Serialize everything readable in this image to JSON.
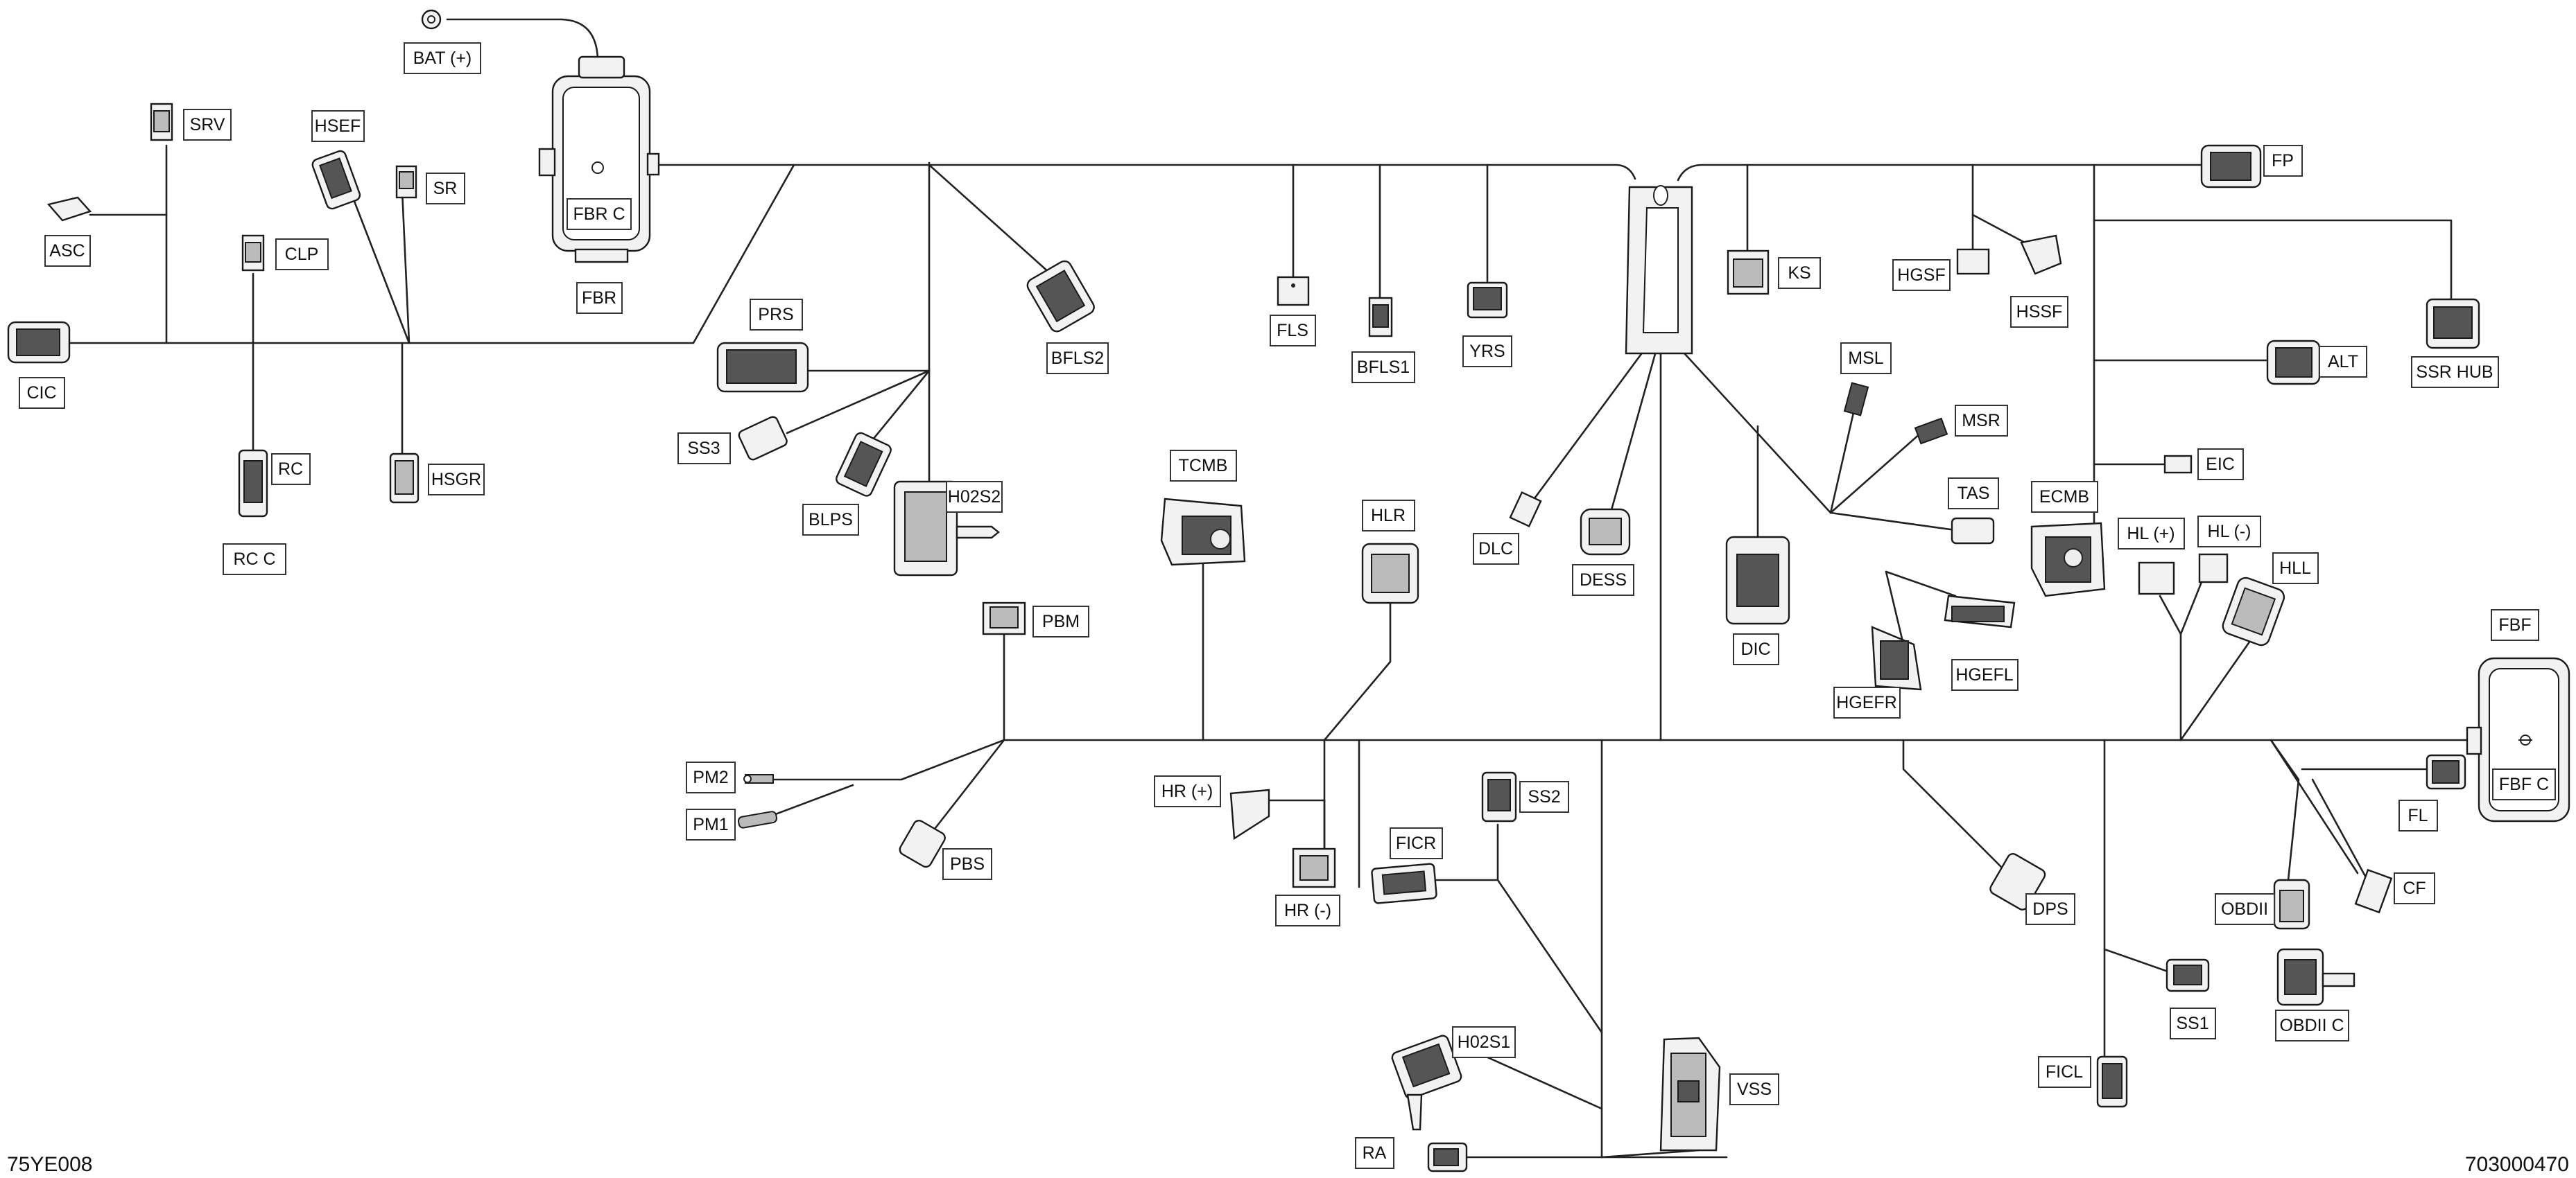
{
  "document_code_left": "75YE008",
  "document_code_right": "703000470",
  "labels": {
    "bat_plus": "BAT (+)",
    "srv": "SRV",
    "hsef": "HSEF",
    "sr": "SR",
    "asc": "ASC",
    "clp": "CLP",
    "fbr_c": "FBR C",
    "fbr": "FBR",
    "cic": "CIC",
    "rc": "RC",
    "rc_c": "RC C",
    "hsgr": "HSGR",
    "prs": "PRS",
    "ss3": "SS3",
    "blps": "BLPS",
    "h02s2": "H02S2",
    "bfls2": "BFLS2",
    "pbm": "PBM",
    "tcmb": "TCMB",
    "fls": "FLS",
    "bfls1": "BFLS1",
    "yrs": "YRS",
    "hlr": "HLR",
    "dlc": "DLC",
    "dess": "DESS",
    "ks": "KS",
    "hgsf": "HGSF",
    "hssf": "HSSF",
    "fp": "FP",
    "msl": "MSL",
    "msr": "MSR",
    "tas": "TAS",
    "ecmb": "ECMB",
    "ssr_hub": "SSR HUB",
    "alt": "ALT",
    "eic": "EIC",
    "hl_plus": "HL (+)",
    "hl_minus": "HL (-)",
    "hll": "HLL",
    "dic": "DIC",
    "hgefl": "HGEFL",
    "hgefr": "HGEFR",
    "fbf": "FBF",
    "fbf_c": "FBF C",
    "pm2": "PM2",
    "pm1": "PM1",
    "pbs": "PBS",
    "hr_plus": "HR (+)",
    "hr_minus": "HR (-)",
    "ficr": "FICR",
    "ss2": "SS2",
    "dps": "DPS",
    "fl": "FL",
    "cf": "CF",
    "obdii": "OBDII",
    "obdii_c": "OBDII C",
    "ss1": "SS1",
    "ficl": "FICL",
    "h02s1": "H02S1",
    "vss": "VSS",
    "ra": "RA"
  }
}
